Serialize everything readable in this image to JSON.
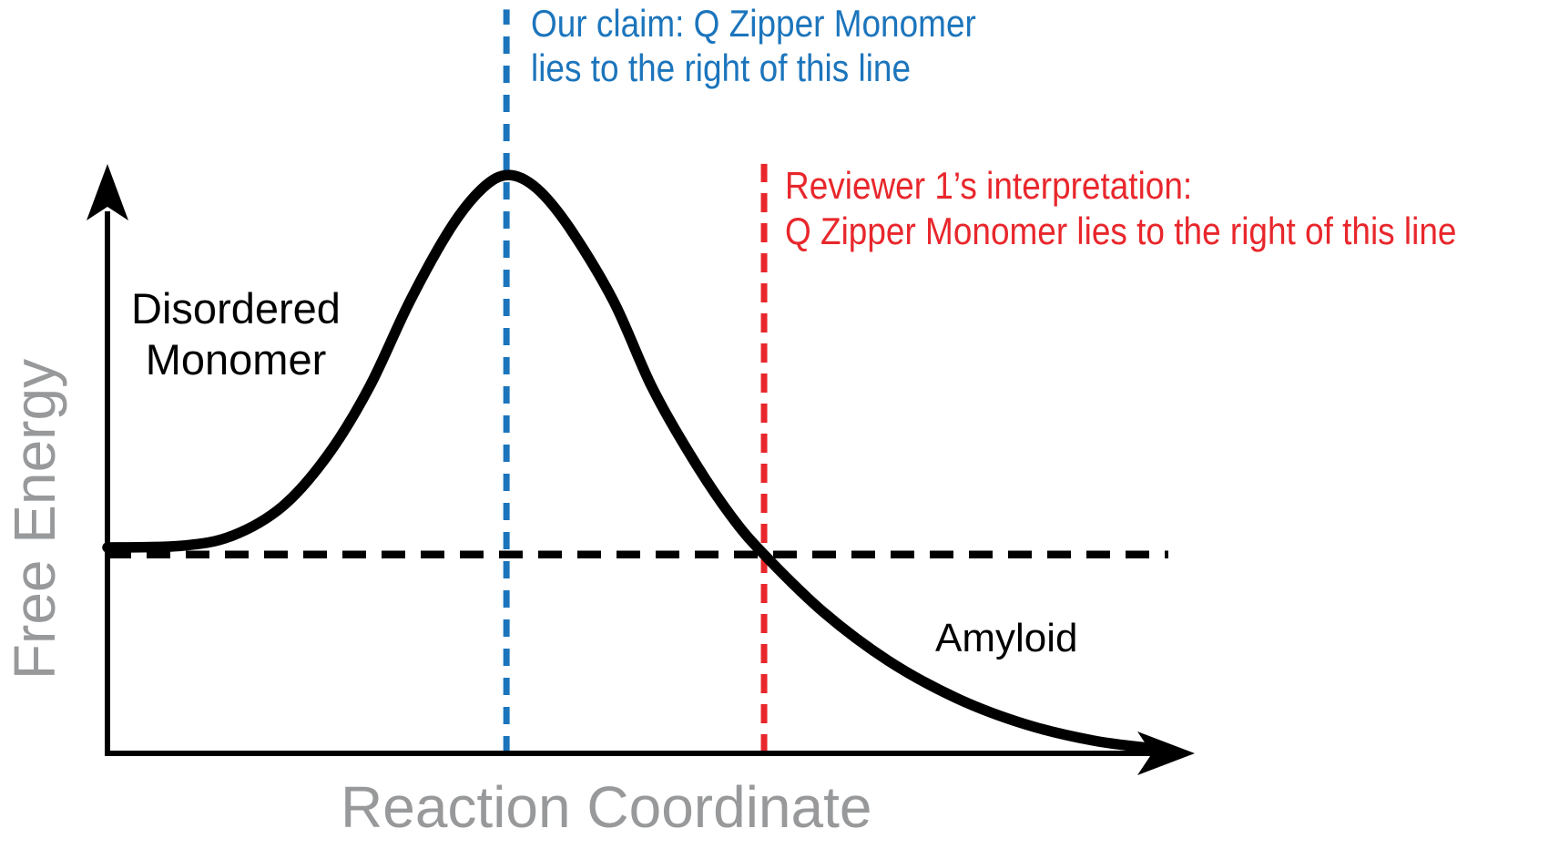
{
  "chart_data": {
    "type": "line",
    "title": "",
    "xlabel": "Reaction Coordinate",
    "ylabel": "Free Energy",
    "x_range": [
      0,
      10
    ],
    "y_range": [
      0,
      12.8
    ],
    "axes_numeric": false,
    "grid": false,
    "axis_style": "arrows",
    "series": [
      {
        "name": "free-energy-curve",
        "color": "#000000",
        "style": "solid",
        "points": [
          [
            0,
            3.52
          ],
          [
            0.71,
            3.55
          ],
          [
            1.19,
            3.72
          ],
          [
            1.67,
            4.22
          ],
          [
            2.1,
            5.09
          ],
          [
            2.5,
            6.26
          ],
          [
            2.89,
            7.74
          ],
          [
            3.28,
            8.99
          ],
          [
            3.58,
            9.66
          ],
          [
            3.83,
            9.89
          ],
          [
            4.1,
            9.66
          ],
          [
            4.41,
            8.99
          ],
          [
            4.83,
            7.74
          ],
          [
            5.2,
            6.26
          ],
          [
            5.57,
            5.09
          ],
          [
            5.95,
            4.07
          ],
          [
            6.27,
            3.4
          ],
          [
            6.84,
            2.41
          ],
          [
            7.45,
            1.59
          ],
          [
            8.1,
            0.95
          ],
          [
            8.76,
            0.5
          ],
          [
            9.41,
            0.22
          ],
          [
            10,
            0.08
          ]
        ]
      }
    ],
    "peak": {
      "x": 3.83,
      "y": 9.89
    },
    "reference_lines": [
      {
        "id": "baseline",
        "orientation": "horizontal",
        "style": "dashed",
        "color": "#000000",
        "y": 3.4,
        "x_start": 0,
        "x_end": 10.13
      },
      {
        "id": "our-claim-line",
        "orientation": "vertical",
        "style": "dashed",
        "color": "#1C75BC",
        "x": 3.81,
        "y_start": 0,
        "y_end": 12.72
      },
      {
        "id": "reviewer-line",
        "orientation": "vertical",
        "style": "dashed",
        "color": "#E8272C",
        "x": 6.27,
        "y_start": 0,
        "y_end": 10.08
      }
    ],
    "annotations": [
      {
        "id": "our-claim",
        "color": "#1C75BC",
        "anchor_line": "our-claim-line",
        "lines": [
          "Our claim: Q Zipper Monomer",
          "lies to the right of this line"
        ]
      },
      {
        "id": "reviewer",
        "color": "#E8272C",
        "anchor_line": "reviewer-line",
        "lines": [
          "Reviewer 1’s interpretation:",
          "Q Zipper Monomer lies to the right of this line"
        ]
      },
      {
        "id": "disordered-monomer",
        "color": "#000000",
        "x": 1.22,
        "y": 7.6,
        "lines": [
          "Disordered",
          "Monomer"
        ]
      },
      {
        "id": "amyloid",
        "color": "#000000",
        "x": 8.6,
        "y": 1.85,
        "lines": [
          "Amyloid"
        ]
      }
    ]
  },
  "colors": {
    "background": "#FFFFFF",
    "curve_black": "#000000",
    "claim_blue": "#1C75BC",
    "reviewer_red": "#E8272C",
    "axis_label_gray": "#97999B"
  }
}
